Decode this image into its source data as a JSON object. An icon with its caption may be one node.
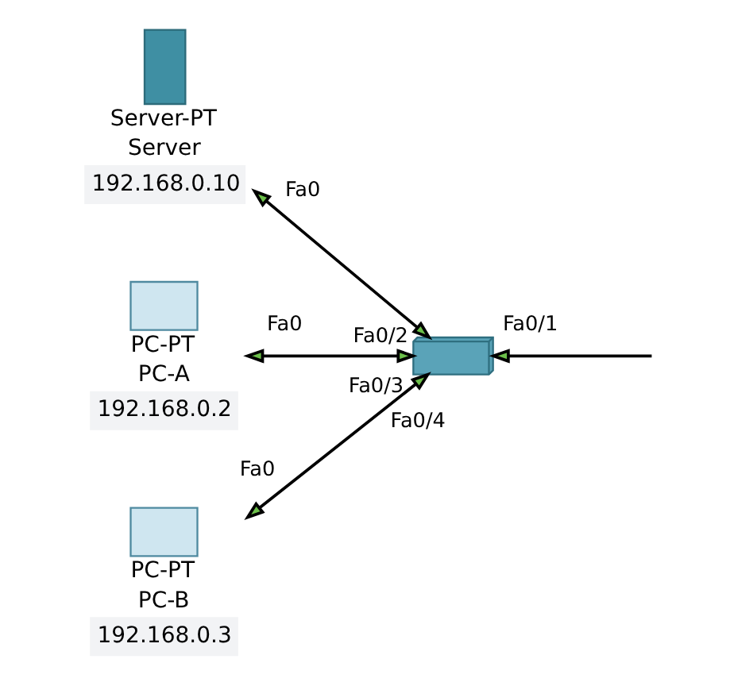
{
  "diagram": {
    "nodes": [
      {
        "text": [
          "Server-PT",
          "Server",
          "192.168.0.10"
        ],
        "beside": [
          "Fa0"
        ]
      },
      {
        "text": [
          "PC-PT",
          "PC-A",
          "192.168.0.2"
        ],
        "beside": [
          "Fa0"
        ]
      },
      {
        "text": [],
        "shape": "picture",
        "beside": [
          "Fa0/2",
          "Fa0/3",
          "Fa0/4",
          "Fa0/1"
        ]
      },
      {
        "text": [
          "PC-PT",
          "PC-B",
          "192.168.0.3"
        ],
        "beside": [
          "Fa0"
        ]
      }
    ],
    "edges": [
      {
        "from": 0,
        "to": 2,
        "arrow": "both"
      },
      {
        "from": 1,
        "to": 2,
        "arrow": "both"
      },
      {
        "from": 3,
        "to": 2,
        "arrow": "both"
      },
      {
        "from": null,
        "to": 2,
        "arrow": "to"
      }
    ]
  }
}
